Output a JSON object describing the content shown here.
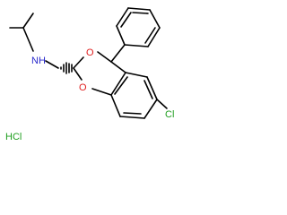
{
  "molecule": {
    "atoms": {
      "amine_n": "NH",
      "ring_o_top": "O",
      "ring_o_bottom": "O",
      "chlorine": "Cl"
    },
    "salt": "HCl"
  },
  "colors": {
    "bond": "#000000",
    "nitrogen": "#2a2acc",
    "oxygen": "#e02020",
    "chlorine": "#1f9e1f",
    "salt": "#1f9e1f"
  }
}
